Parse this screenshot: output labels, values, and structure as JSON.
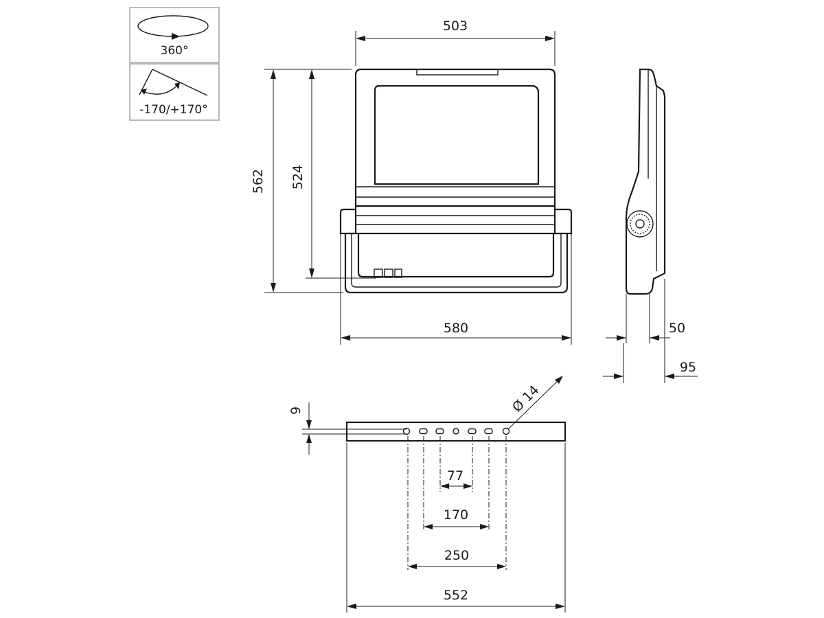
{
  "icons": {
    "rotation_label": "360°",
    "tilt_label": "-170/+170°"
  },
  "dimensions": {
    "front_width": "503",
    "total_height": "562",
    "body_height": "524",
    "bracket_width": "580",
    "depth_body": "50",
    "depth_total": "95",
    "plate_thickness": "9",
    "hole_diameter": "Ø 14",
    "hole_spacing_inner": "77",
    "hole_spacing_middle": "170",
    "hole_spacing_outer": "250",
    "plate_width": "552"
  },
  "colors": {
    "line": "#1a1a1a",
    "icon_frame": "#8c8c8c"
  }
}
